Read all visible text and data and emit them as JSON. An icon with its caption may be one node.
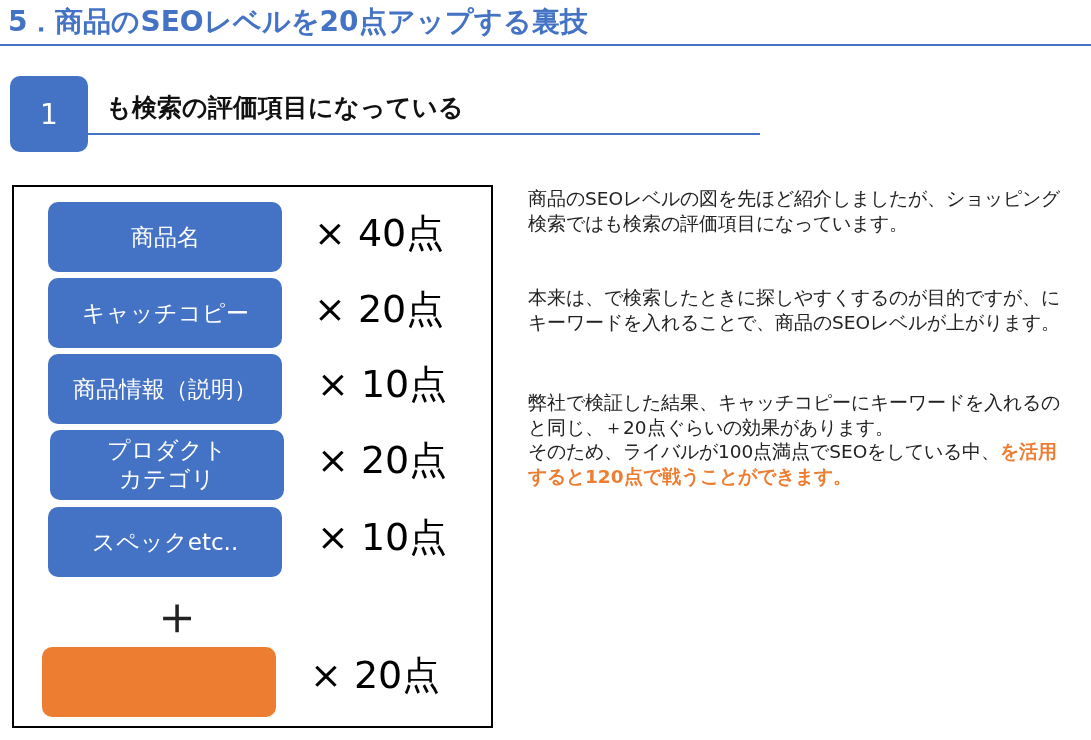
{
  "diagram": {
    "title": "5．商品のSEOレベルを20点アップする裏技",
    "nodes": [
      {
        "text": [
          "1"
        ],
        "beside": [
          "も検索の評価項目になっている"
        ]
      },
      {
        "text": [
          "商品名"
        ],
        "beside": [
          "× 40点"
        ]
      },
      {
        "text": [
          "キャッチコピー"
        ],
        "beside": [
          "× 20点"
        ]
      },
      {
        "text": [
          "商品情報（説明）"
        ],
        "beside": [
          "× 10点"
        ]
      },
      {
        "text": [
          "プロダクトカテゴリ"
        ],
        "beside": [
          "× 20点"
        ]
      },
      {
        "text": [
          "スペックetc.."
        ],
        "beside": [
          "× 10点"
        ]
      },
      {
        "text": [],
        "shape": "box",
        "beside": [
          "× 20点"
        ]
      }
    ],
    "labels": [
      "＋",
      "商品のSEOレベルの図を先ほど紹介しましたが、ショッピング検索ではも検索の評価項目になっています。",
      "本来は、で検索したときに探しやすくするのが目的ですが、にキーワードを入れることで、商品のSEOレベルが上がります。",
      "弊社で検証した結果、キャッチコピーにキーワードを入れるのと同じ、＋20点ぐらいの効果があります。",
      "そのため、ライバルが100点満点でSEOをしている中、**を活用すると120点で戦うことができます。**"
    ]
  }
}
